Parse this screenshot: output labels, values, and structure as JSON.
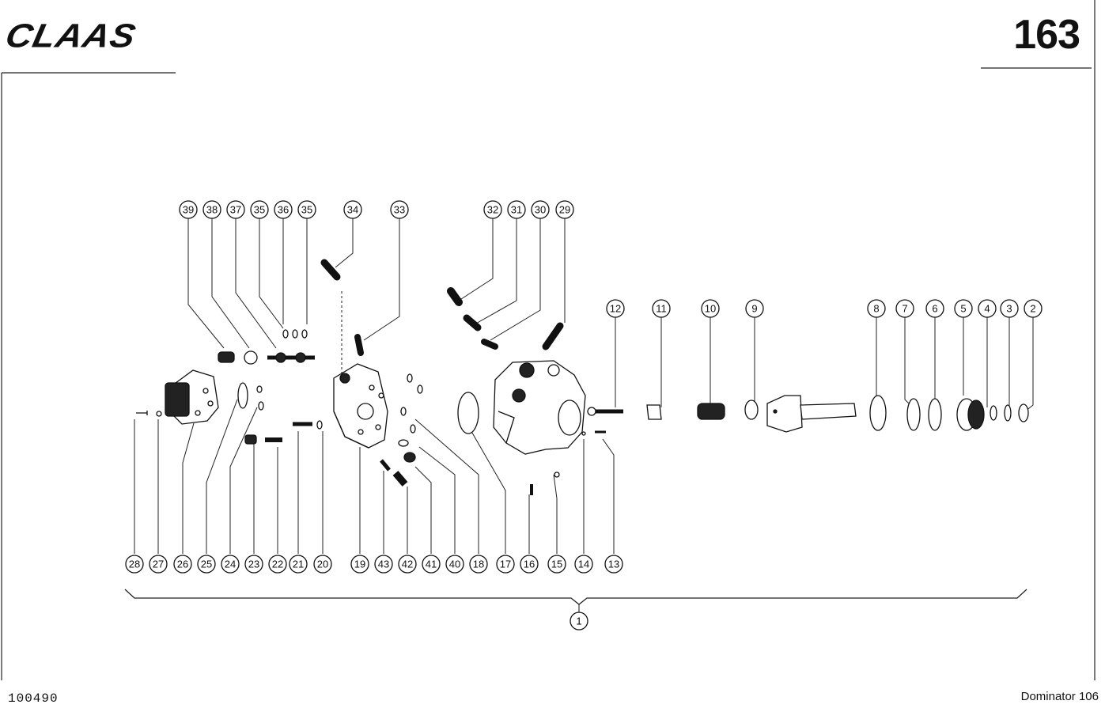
{
  "header": {
    "brand": "CLAAS",
    "page_number": "163"
  },
  "footer": {
    "document_number": "100490",
    "model": "Dominator 106"
  },
  "callouts": {
    "top": [
      "39",
      "38",
      "37",
      "35",
      "36",
      "35",
      "34",
      "33",
      "32",
      "31",
      "30",
      "29"
    ],
    "mid": [
      "12",
      "11",
      "10",
      "9",
      "8",
      "7",
      "6",
      "5",
      "4",
      "3",
      "2"
    ],
    "bottom": [
      "28",
      "27",
      "26",
      "25",
      "24",
      "23",
      "22",
      "21",
      "20",
      "19",
      "43",
      "42",
      "41",
      "40",
      "18",
      "17",
      "16",
      "15",
      "14",
      "13"
    ],
    "assembly": "1"
  }
}
